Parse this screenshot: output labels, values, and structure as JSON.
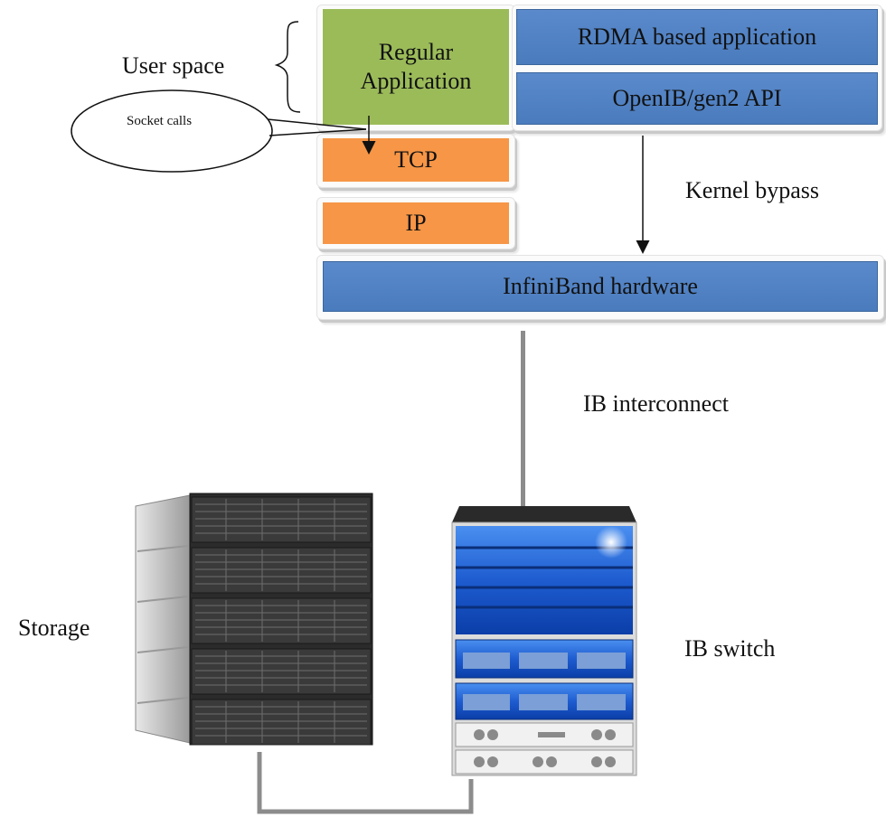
{
  "labels": {
    "user_space": "User space",
    "socket_calls": "Socket calls",
    "kernel_bypass": "Kernel bypass",
    "ib_interconnect": "IB interconnect",
    "storage": "Storage",
    "ib_switch": "IB switch"
  },
  "stack": {
    "regular_app": "Regular Application",
    "rdma_app": "RDMA based application",
    "openib_api": "OpenIB/gen2 API",
    "tcp": "TCP",
    "ip": "IP",
    "infiniband_hw": "InfiniBand hardware"
  },
  "colors": {
    "green": "#9bbb59",
    "orange": "#f79646",
    "blue": "#4f81bd",
    "cable": "#8c8c8c"
  }
}
